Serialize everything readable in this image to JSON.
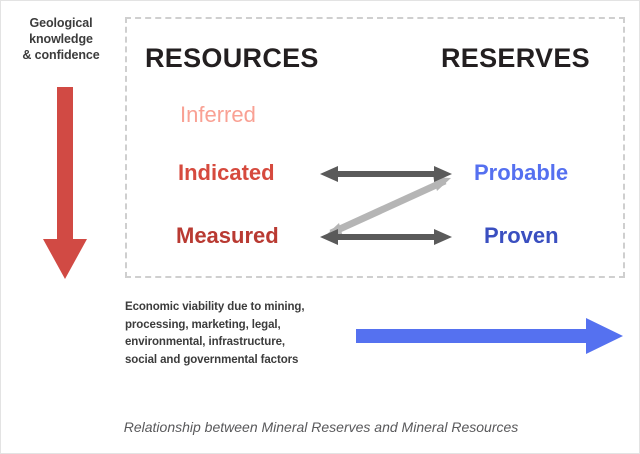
{
  "diagram": {
    "left_axis_label": {
      "lines": [
        "Geological",
        "knowledge",
        "& confidence"
      ]
    },
    "headers": {
      "resources": "RESOURCES",
      "reserves": "RESERVES"
    },
    "resource_categories": [
      {
        "label": "Inferred",
        "color": "#f9a194"
      },
      {
        "label": "Indicated",
        "color": "#d64a3e"
      },
      {
        "label": "Measured",
        "color": "#b93a32"
      }
    ],
    "reserve_categories": [
      {
        "label": "Probable",
        "color": "#5570f0"
      },
      {
        "label": "Proven",
        "color": "#3a4fc0"
      }
    ],
    "economic_note": {
      "lines": [
        "Economic viability due to mining,",
        "processing, marketing, legal,",
        "environmental, infrastructure,",
        "social and governmental factors"
      ]
    },
    "arrows": {
      "vertical_red_color": "#d14a44",
      "horizontal_blue_color": "#5571f0",
      "conversion_arrow_color": "#5a5a5a",
      "upgrade_arrow_color": "#b5b5b5"
    },
    "dashed_border_color": "#cfcfcf"
  },
  "caption": "Relationship between Mineral Reserves and Mineral Resources"
}
